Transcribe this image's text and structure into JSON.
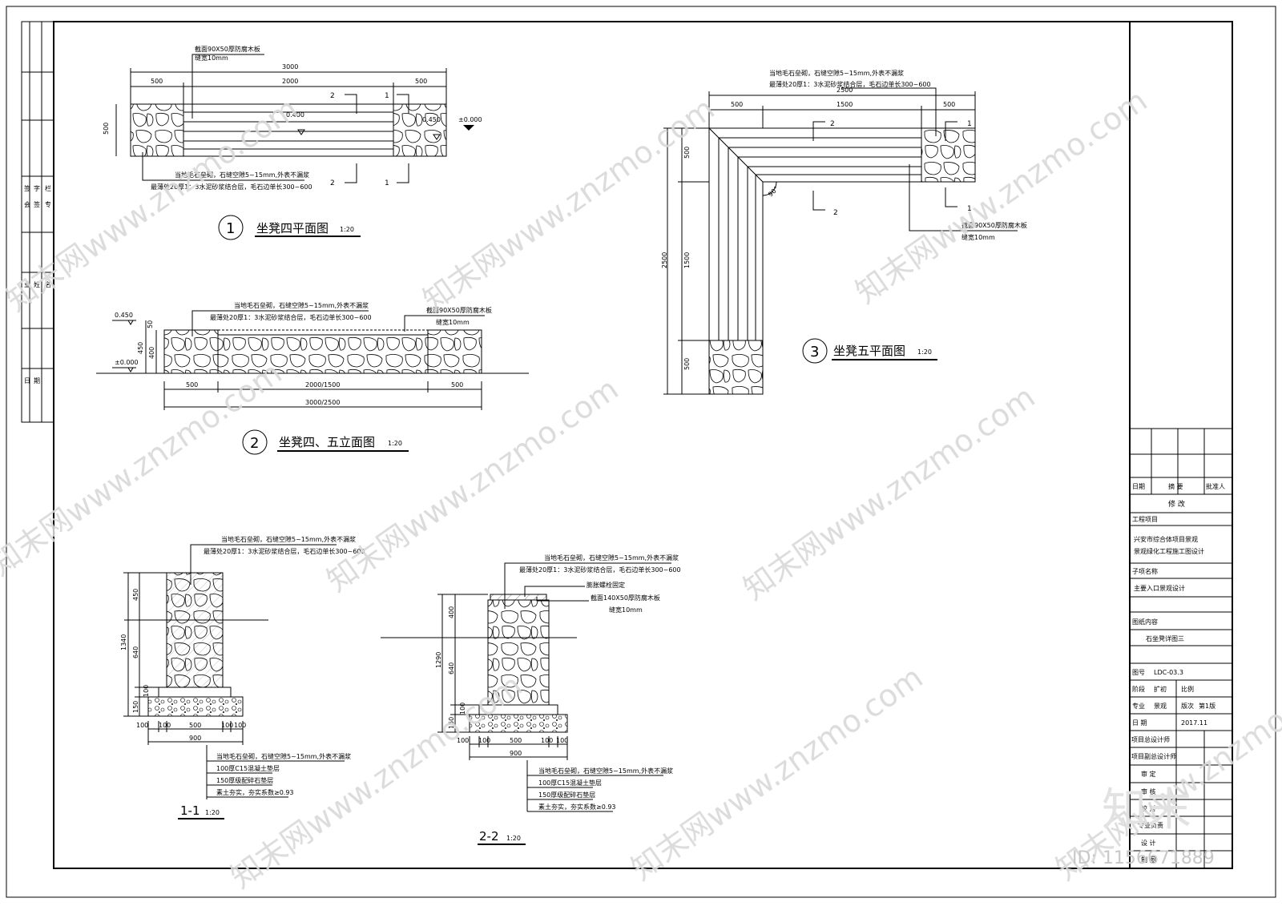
{
  "plan4": {
    "dims_top": [
      "3000",
      "500",
      "2000",
      "500"
    ],
    "dim_left": "500",
    "level_center": "0.400",
    "level_stone": "0.450",
    "level_ground": "±0.000",
    "note_wood": "截面90X50厚防腐木板",
    "note_gap": "缝宽10mm",
    "note_stone1": "当地毛石垒砌，石缝空隙5~15mm,外表不漏浆",
    "note_stone2": "最薄处20厚1：3水泥砂浆结合层，毛石边单长300~600",
    "sec1": "1",
    "sec2": "2",
    "num": "1",
    "title": "坐凳四平面图",
    "scale": "1:20"
  },
  "elev": {
    "levels": [
      "0.450",
      "±0.000"
    ],
    "dims_left": [
      "50",
      "450",
      "400"
    ],
    "dims_bottom": [
      "500",
      "2000/1500",
      "500",
      "3000/2500"
    ],
    "note_stone1": "当地毛石垒砌，石缝空隙5~15mm,外表不漏浆",
    "note_stone2": "最薄处20厚1：3水泥砂浆结合层，毛石边单长300~600",
    "note_wood": "截面90X50厚防腐木板",
    "note_gap": "缝宽10mm",
    "num": "2",
    "title": "坐凳四、五立面图",
    "scale": "1:20"
  },
  "plan5": {
    "dims_top": [
      "2500",
      "500",
      "1500",
      "500"
    ],
    "dims_left": [
      "500",
      "2500",
      "1500",
      "500"
    ],
    "angle": "90°",
    "note_stone1": "当地毛石垒砌，石缝空隙5~15mm,外表不漏浆",
    "note_stone2": "最薄处20厚1：3水泥砂浆结合层，毛石边单长300~600",
    "note_wood": "截面90X50厚防腐木板",
    "note_gap": "缝宽10mm",
    "sec1": "1",
    "sec2": "2",
    "num": "3",
    "title": "坐凳五平面图",
    "scale": "1:20"
  },
  "s11": {
    "dims_left": [
      "450",
      "1340",
      "640",
      "150",
      "100"
    ],
    "dims_bottom": [
      "100",
      "100",
      "500",
      "100",
      "100",
      "900"
    ],
    "note_top1": "当地毛石垒砌，石缝空隙5~15mm,外表不漏浆",
    "note_top2": "最薄处20厚1：3水泥砂浆结合层，毛石边单长300~600",
    "notes_bottom": [
      "当地毛石垒砌，石缝空隙5~15mm,外表不漏浆",
      "100厚C15混凝土垫层",
      "150厚级配碎石垫层",
      "素土夯实，夯实系数≥0.93"
    ],
    "title": "1-1",
    "scale": "1:20"
  },
  "s22": {
    "dims_left": [
      "400",
      "1290",
      "640",
      "150",
      "100"
    ],
    "dims_bottom": [
      "100",
      "100",
      "500",
      "100",
      "100",
      "900"
    ],
    "note_top1": "当地毛石垒砌，石缝空隙5~15mm,外表不漏浆",
    "note_top2": "最薄处20厚1：3水泥砂浆结合层，毛石边单长300~600",
    "note_bolt": "膨胀螺栓固定",
    "note_wood": "截面140X50厚防腐木板",
    "note_gap": "缝宽10mm",
    "notes_bottom": [
      "当地毛石垒砌，石缝空隙5~15mm,外表不漏浆",
      "100厚C15混凝土垫层",
      "150厚级配碎石垫层",
      "素土夯实，夯实系数≥0.93"
    ],
    "title": "2-2",
    "scale": "1:20"
  },
  "titleblock": {
    "rev_date": "日期",
    "rev_summary": "摘 要",
    "rev_approver": "批准人",
    "rev_label": "修 改",
    "project_label": "工程项目",
    "project_value1": "兴安市综合体项目景观",
    "project_value2": "景观绿化工程施工图设计",
    "sub_label": "子项名称",
    "sub_value": "主要入口景观设计",
    "content_label": "图纸内容",
    "content_value": "石坐凳详图三",
    "no_label": "图号",
    "no_value": "LDC-03.3",
    "stage_label": "阶段",
    "stage_value": "扩初",
    "scale_label": "比例",
    "major_label": "专业",
    "major_value": "景观",
    "ver_label": "版次",
    "ver_value": "第1版",
    "date_label": "日 期",
    "date_value": "2017.11",
    "roles": [
      "项目总设计师",
      "项目副总设计师",
      "审 定",
      "审 核",
      "校 对",
      "专业负责",
      "设 计",
      "制 图"
    ]
  },
  "left_strip": [
    "签",
    "字",
    "栏",
    "会",
    "签",
    "专",
    "业",
    "姓",
    "名",
    "日",
    "期"
  ],
  "watermark": {
    "text": "知末网www.znzmo.com",
    "brand": "知末",
    "id": "ID: 1156671889"
  }
}
